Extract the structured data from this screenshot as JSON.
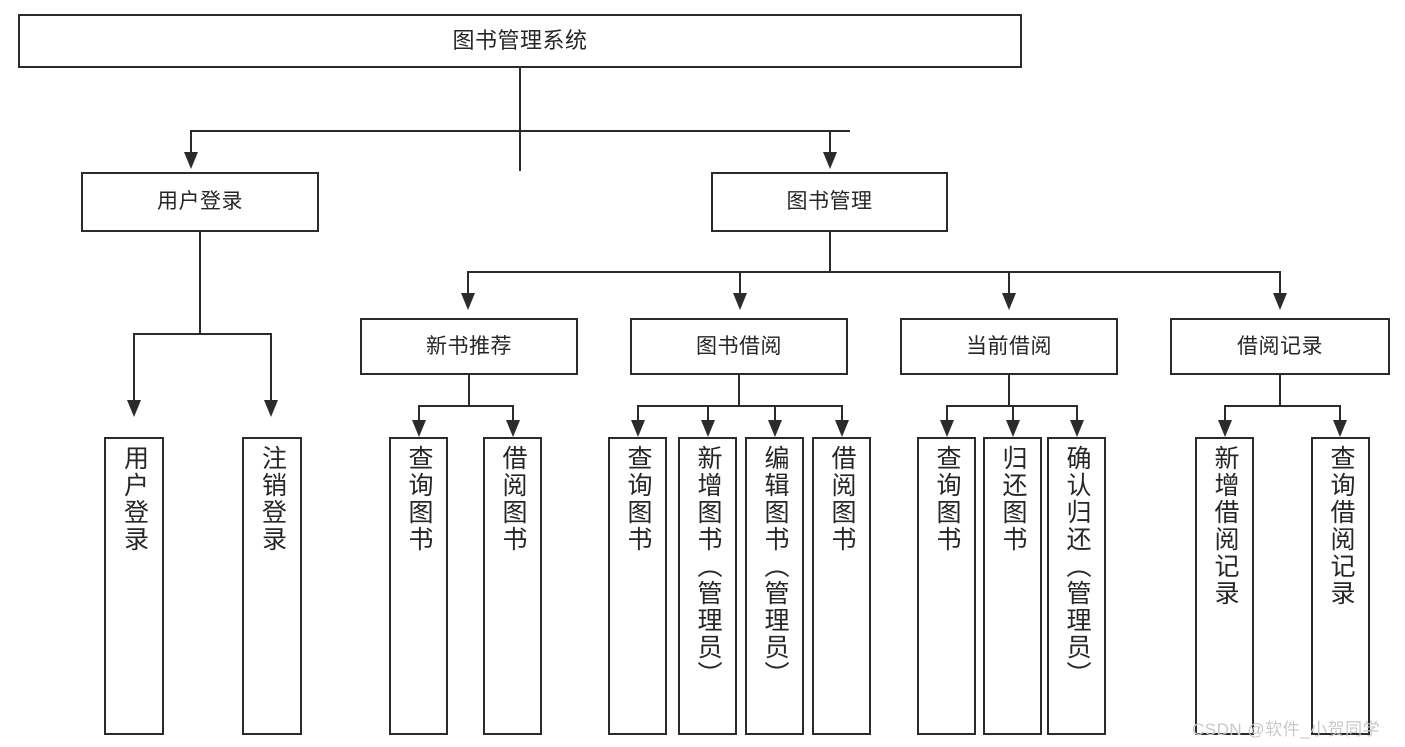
{
  "diagram": {
    "type": "tree-hierarchy-chart",
    "title": "图书管理系统",
    "root": {
      "label": "图书管理系统"
    },
    "level2": [
      {
        "label": "用户登录"
      },
      {
        "label": "图书管理"
      }
    ],
    "level3": [
      {
        "label": "新书推荐"
      },
      {
        "label": "图书借阅"
      },
      {
        "label": "当前借阅"
      },
      {
        "label": "借阅记录"
      }
    ],
    "leaves": {
      "user_login": [
        {
          "label": "用户登录"
        },
        {
          "label": "注销登录"
        }
      ],
      "new_book_recommend": [
        {
          "label": "查询图书"
        },
        {
          "label": "借阅图书"
        }
      ],
      "book_borrow": [
        {
          "label": "查询图书"
        },
        {
          "label": "新增图书（管理员）"
        },
        {
          "label": "编辑图书（管理员）"
        },
        {
          "label": "借阅图书"
        }
      ],
      "current_borrow": [
        {
          "label": "查询图书"
        },
        {
          "label": "归还图书"
        },
        {
          "label": "确认归还（管理员）"
        }
      ],
      "borrow_record": [
        {
          "label": "新增借阅记录"
        },
        {
          "label": "查询借阅记录"
        }
      ]
    }
  },
  "watermark": {
    "text": "CSDN @软件_小贺同学"
  },
  "colors": {
    "stroke": "#2b2b2b",
    "fill": "#ffffff",
    "text": "#262626",
    "watermark": "#c9c9c9"
  }
}
